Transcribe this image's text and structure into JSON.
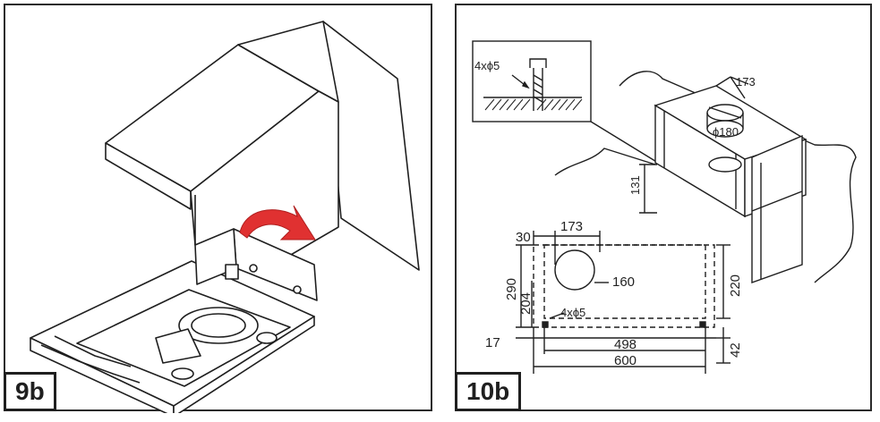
{
  "panels": {
    "left": {
      "step_label": "9b"
    },
    "right": {
      "step_label": "10b"
    }
  },
  "detail_callout": {
    "screw_spec": "4xϕ5"
  },
  "cabinet_view": {
    "duct_diameter": "ϕ180",
    "duct_offset": "173",
    "cabinet_depth": "131"
  },
  "cutout_plan": {
    "d_30": "30",
    "d_173": "173",
    "d_160": "160",
    "d_290": "290",
    "d_204": "204",
    "d_220": "220",
    "hole_spec": "4xϕ5",
    "d_17": "17",
    "d_498": "498",
    "d_600": "600",
    "d_42": "42"
  },
  "colors": {
    "line": "#1f1f1f",
    "arrow": "#e03131",
    "panel_border": "#2b2b2b"
  }
}
